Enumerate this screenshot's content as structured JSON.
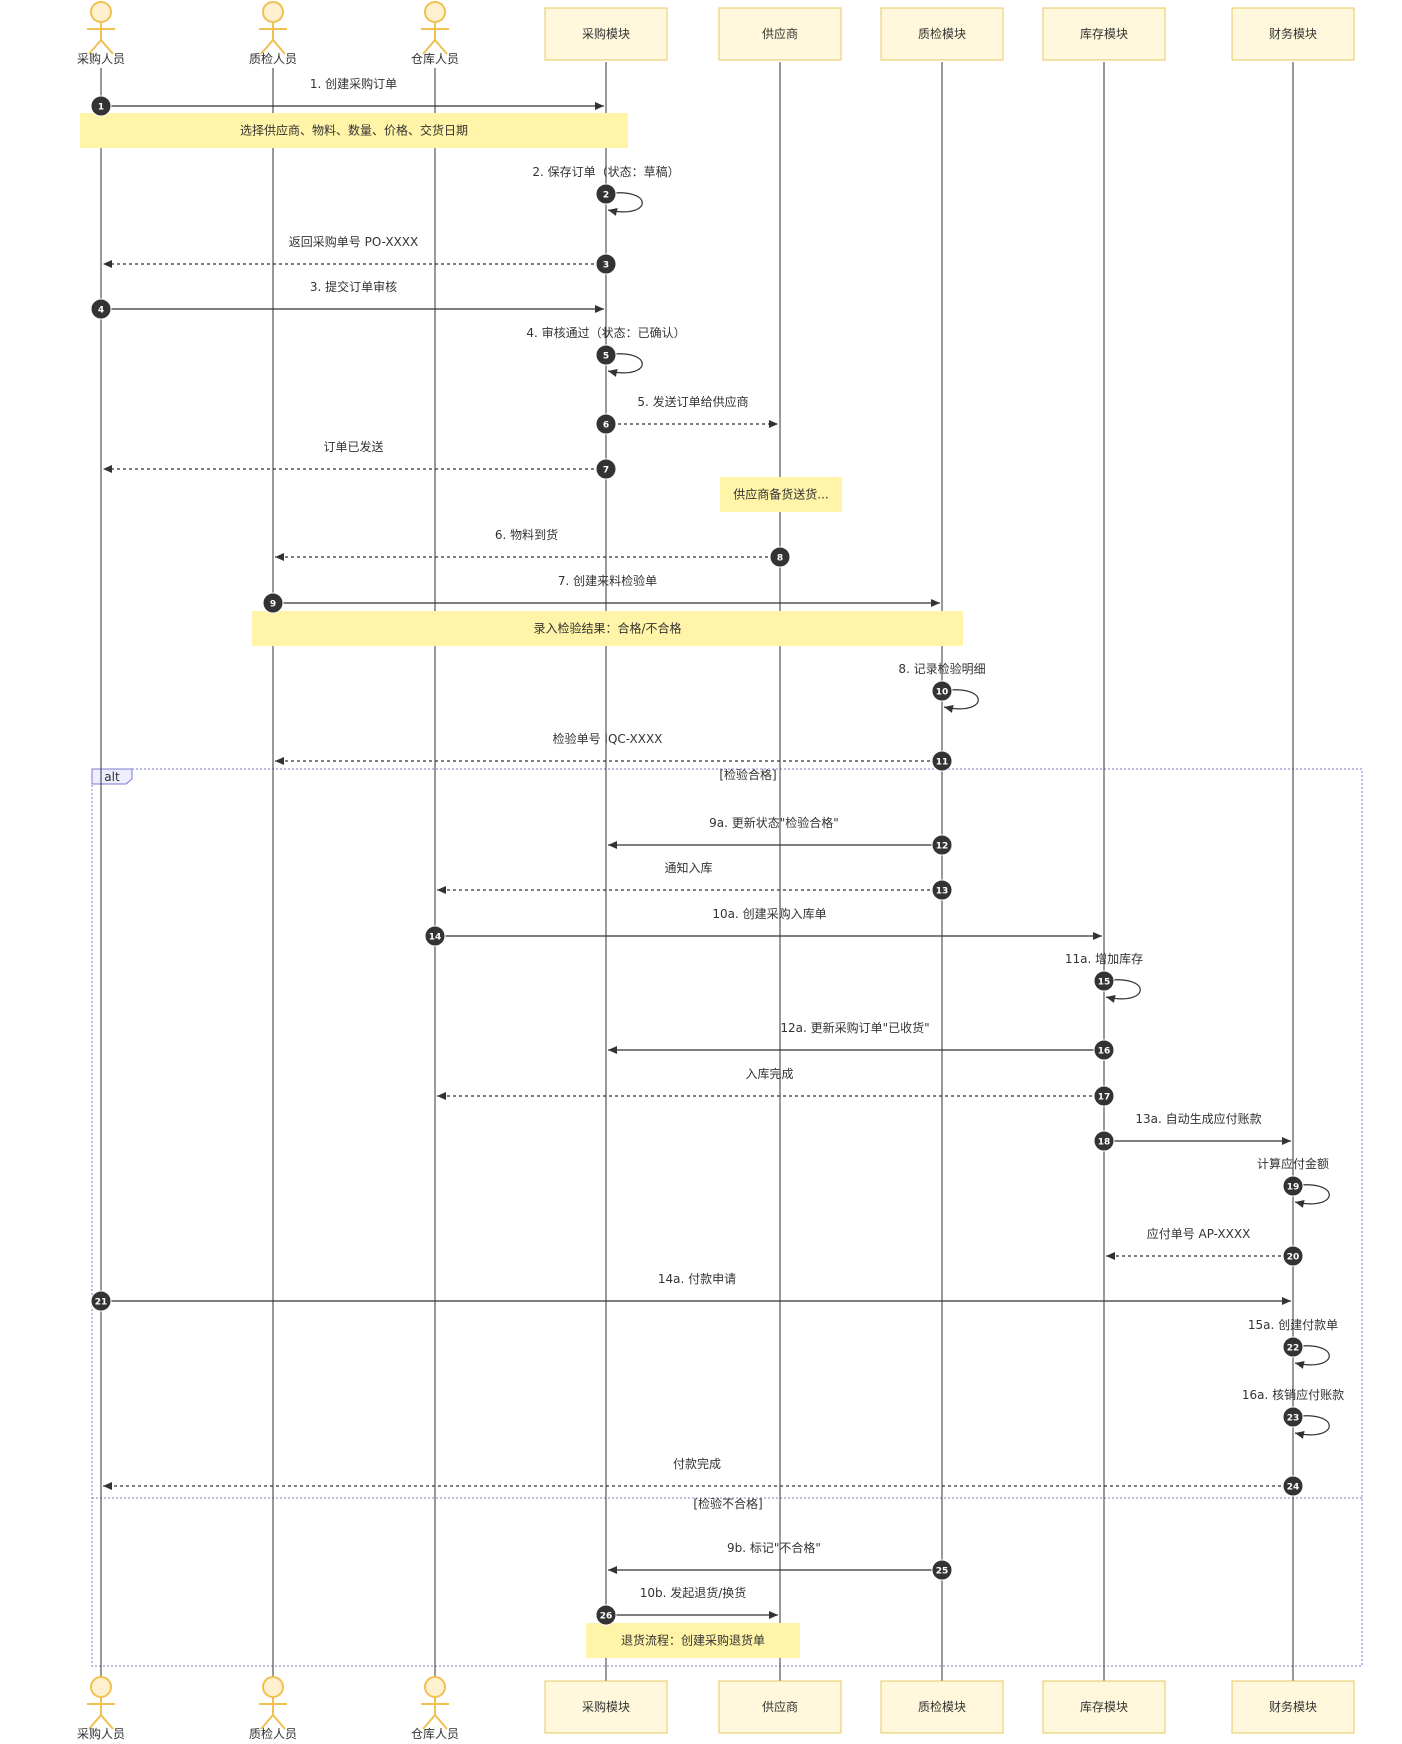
{
  "participants": [
    {
      "id": "buyer",
      "label": "采购人员",
      "kind": "actor"
    },
    {
      "id": "qcstaff",
      "label": "质检人员",
      "kind": "actor"
    },
    {
      "id": "whstaff",
      "label": "仓库人员",
      "kind": "actor"
    },
    {
      "id": "purchase",
      "label": "采购模块",
      "kind": "box"
    },
    {
      "id": "supplier",
      "label": "供应商",
      "kind": "box"
    },
    {
      "id": "qcmod",
      "label": "质检模块",
      "kind": "box"
    },
    {
      "id": "stock",
      "label": "库存模块",
      "kind": "box"
    },
    {
      "id": "finance",
      "label": "财务模块",
      "kind": "box"
    }
  ],
  "messages": [
    {
      "n": 1,
      "from": "buyer",
      "to": "purchase",
      "label": "1. 创建采购订单",
      "style": "solid"
    },
    {
      "n": 2,
      "from": "purchase",
      "to": "purchase",
      "label": "2. 保存订单（状态：草稿）",
      "style": "self"
    },
    {
      "n": 3,
      "from": "purchase",
      "to": "buyer",
      "label": "返回采购单号 PO-XXXX",
      "style": "dotted"
    },
    {
      "n": 4,
      "from": "buyer",
      "to": "purchase",
      "label": "3. 提交订单审核",
      "style": "solid"
    },
    {
      "n": 5,
      "from": "purchase",
      "to": "purchase",
      "label": "4. 审核通过（状态：已确认）",
      "style": "self"
    },
    {
      "n": 6,
      "from": "purchase",
      "to": "supplier",
      "label": "5. 发送订单给供应商",
      "style": "dotted"
    },
    {
      "n": 7,
      "from": "purchase",
      "to": "buyer",
      "label": "订单已发送",
      "style": "dotted"
    },
    {
      "n": 8,
      "from": "supplier",
      "to": "qcstaff",
      "label": "6. 物料到货",
      "style": "dotted"
    },
    {
      "n": 9,
      "from": "qcstaff",
      "to": "qcmod",
      "label": "7. 创建来料检验单",
      "style": "solid"
    },
    {
      "n": 10,
      "from": "qcmod",
      "to": "qcmod",
      "label": "8. 记录检验明细",
      "style": "self"
    },
    {
      "n": 11,
      "from": "qcmod",
      "to": "qcstaff",
      "label": "检验单号 IQC-XXXX",
      "style": "dotted"
    },
    {
      "n": 12,
      "from": "qcmod",
      "to": "purchase",
      "label": "9a. 更新状态\"检验合格\"",
      "style": "solid"
    },
    {
      "n": 13,
      "from": "qcmod",
      "to": "whstaff",
      "label": "通知入库",
      "style": "dotted"
    },
    {
      "n": 14,
      "from": "whstaff",
      "to": "stock",
      "label": "10a. 创建采购入库单",
      "style": "solid"
    },
    {
      "n": 15,
      "from": "stock",
      "to": "stock",
      "label": "11a. 增加库存",
      "style": "self"
    },
    {
      "n": 16,
      "from": "stock",
      "to": "purchase",
      "label": "12a. 更新采购订单\"已收货\"",
      "style": "solid"
    },
    {
      "n": 17,
      "from": "stock",
      "to": "whstaff",
      "label": "入库完成",
      "style": "dotted"
    },
    {
      "n": 18,
      "from": "stock",
      "to": "finance",
      "label": "13a. 自动生成应付账款",
      "style": "solid"
    },
    {
      "n": 19,
      "from": "finance",
      "to": "finance",
      "label": "计算应付金额",
      "style": "self"
    },
    {
      "n": 20,
      "from": "finance",
      "to": "stock",
      "label": "应付单号 AP-XXXX",
      "style": "dotted"
    },
    {
      "n": 21,
      "from": "buyer",
      "to": "finance",
      "label": "14a. 付款申请",
      "style": "solid"
    },
    {
      "n": 22,
      "from": "finance",
      "to": "finance",
      "label": "15a. 创建付款单",
      "style": "self"
    },
    {
      "n": 23,
      "from": "finance",
      "to": "finance",
      "label": "16a. 核销应付账款",
      "style": "self"
    },
    {
      "n": 24,
      "from": "finance",
      "to": "buyer",
      "label": "付款完成",
      "style": "dotted"
    },
    {
      "n": 25,
      "from": "qcmod",
      "to": "purchase",
      "label": "9b. 标记\"不合格\"",
      "style": "solid"
    },
    {
      "n": 26,
      "from": "purchase",
      "to": "supplier",
      "label": "10b. 发起退货/换货",
      "style": "solid"
    }
  ],
  "notes": [
    {
      "text": "选择供应商、物料、数量、价格、交货日期"
    },
    {
      "text": "供应商备货送货..."
    },
    {
      "text": "录入检验结果：合格/不合格"
    },
    {
      "text": "退货流程：创建采购退货单"
    }
  ],
  "alt_block": {
    "tag": "alt",
    "branch1": "[检验合格]",
    "branch2": "[检验不合格]"
  },
  "colors": {
    "box_fill": "#fff8dc",
    "box_stroke": "#e8c860",
    "note_fill": "#fff4a8",
    "actor_fill": "#fff0d0",
    "actor_stroke": "#f0c050",
    "line": "#333333",
    "alt_border": "#7b7bd6",
    "alt_fill": "#eeeeff",
    "num_fill": "#333333"
  }
}
